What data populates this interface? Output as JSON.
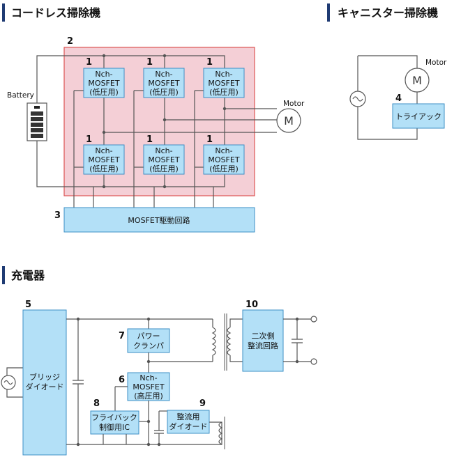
{
  "sections": {
    "cordless": "コードレス掃除機",
    "canister": "キャニスター掃除機",
    "charger": "充電器"
  },
  "labels": {
    "battery": "Battery",
    "motor": "Motor",
    "motor_symbol": "M",
    "nch": "Nch-",
    "mosfet": "MOSFET",
    "low_voltage": "(低圧用)",
    "high_voltage": "(高圧用)",
    "mosfet_driver": "MOSFET駆動回路",
    "triac": "トライアック",
    "bridge_line1": "ブリッジ",
    "bridge_line2": "ダイオード",
    "power_clamp_line1": "パワー",
    "power_clamp_line2": "クランパ",
    "flyback_line1": "フライバック",
    "flyback_line2": "制御用IC",
    "rectifier_diode_line1": "整流用",
    "rectifier_diode_line2": "ダイオード",
    "secondary_line1": "二次側",
    "secondary_line2": "整流回路"
  },
  "numbers": {
    "n1": "1",
    "n2": "2",
    "n3": "3",
    "n4": "4",
    "n5": "5",
    "n6": "6",
    "n7": "7",
    "n8": "8",
    "n9": "9",
    "n10": "10"
  },
  "colors": {
    "accent_bar": "#1f3b73",
    "block_fill": "#b3e0f7",
    "block_stroke": "#3d8fc6",
    "highlight_fill": "#f4cfd6",
    "highlight_stroke": "#dd5555"
  }
}
